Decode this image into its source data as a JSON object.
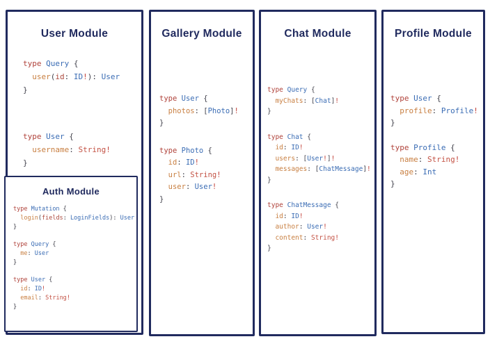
{
  "page": {
    "background": "#ffffff",
    "accent_navy": "#202a5e"
  },
  "token_colors": {
    "keyword": "#b0433b",
    "type_name": "#3a6cb4",
    "field_name": "#c87f41",
    "argument_name": "#ad4a3e",
    "string_scalar": "#c35244",
    "punctuation": "#43434d",
    "non_null_bang": "#c2423a"
  },
  "modules": {
    "user": {
      "title": "User Module",
      "blocks": [
        [
          [
            [
              "k",
              "type"
            ],
            [
              "p",
              " "
            ],
            [
              "t",
              "Query"
            ],
            [
              "p",
              " {"
            ]
          ],
          [
            [
              "p",
              "  "
            ],
            [
              "f",
              "user"
            ],
            [
              "p",
              "("
            ],
            [
              "a",
              "id"
            ],
            [
              "p",
              ": "
            ],
            [
              "t",
              "ID"
            ],
            [
              "b",
              "!"
            ],
            [
              "p",
              "): "
            ],
            [
              "t",
              "User"
            ]
          ],
          [
            [
              "p",
              "}"
            ]
          ]
        ],
        [
          [
            [
              "k",
              "type"
            ],
            [
              "p",
              " "
            ],
            [
              "t",
              "User"
            ],
            [
              "p",
              " {"
            ]
          ],
          [
            [
              "p",
              "  "
            ],
            [
              "f",
              "username"
            ],
            [
              "p",
              ": "
            ],
            [
              "s",
              "String"
            ],
            [
              "b",
              "!"
            ]
          ],
          [
            [
              "p",
              "}"
            ]
          ]
        ]
      ]
    },
    "auth": {
      "title": "Auth Module",
      "blocks": [
        [
          [
            [
              "k",
              "type"
            ],
            [
              "p",
              " "
            ],
            [
              "t",
              "Mutation"
            ],
            [
              "p",
              " {"
            ]
          ],
          [
            [
              "p",
              "  "
            ],
            [
              "f",
              "login"
            ],
            [
              "p",
              "("
            ],
            [
              "a",
              "fields"
            ],
            [
              "p",
              ": "
            ],
            [
              "t",
              "LoginFields"
            ],
            [
              "p",
              "): "
            ],
            [
              "t",
              "User"
            ]
          ],
          [
            [
              "p",
              "}"
            ]
          ]
        ],
        [
          [
            [
              "k",
              "type"
            ],
            [
              "p",
              " "
            ],
            [
              "t",
              "Query"
            ],
            [
              "p",
              " {"
            ]
          ],
          [
            [
              "p",
              "  "
            ],
            [
              "f",
              "me"
            ],
            [
              "p",
              ": "
            ],
            [
              "t",
              "User"
            ]
          ],
          [
            [
              "p",
              "}"
            ]
          ]
        ],
        [
          [
            [
              "k",
              "type"
            ],
            [
              "p",
              " "
            ],
            [
              "t",
              "User"
            ],
            [
              "p",
              " {"
            ]
          ],
          [
            [
              "p",
              "  "
            ],
            [
              "f",
              "id"
            ],
            [
              "p",
              ": "
            ],
            [
              "t",
              "ID"
            ],
            [
              "b",
              "!"
            ]
          ],
          [
            [
              "p",
              "  "
            ],
            [
              "f",
              "email"
            ],
            [
              "p",
              ": "
            ],
            [
              "s",
              "String"
            ],
            [
              "b",
              "!"
            ]
          ],
          [
            [
              "p",
              "}"
            ]
          ]
        ]
      ]
    },
    "gallery": {
      "title": "Gallery Module",
      "blocks": [
        [
          [
            [
              "k",
              "type"
            ],
            [
              "p",
              " "
            ],
            [
              "t",
              "User"
            ],
            [
              "p",
              " {"
            ]
          ],
          [
            [
              "p",
              "  "
            ],
            [
              "f",
              "photos"
            ],
            [
              "p",
              ": ["
            ],
            [
              "t",
              "Photo"
            ],
            [
              "p",
              "]"
            ],
            [
              "b",
              "!"
            ]
          ],
          [
            [
              "p",
              "}"
            ]
          ]
        ],
        [
          [
            [
              "k",
              "type"
            ],
            [
              "p",
              " "
            ],
            [
              "t",
              "Photo"
            ],
            [
              "p",
              " {"
            ]
          ],
          [
            [
              "p",
              "  "
            ],
            [
              "f",
              "id"
            ],
            [
              "p",
              ": "
            ],
            [
              "t",
              "ID"
            ],
            [
              "b",
              "!"
            ]
          ],
          [
            [
              "p",
              "  "
            ],
            [
              "f",
              "url"
            ],
            [
              "p",
              ": "
            ],
            [
              "s",
              "String"
            ],
            [
              "b",
              "!"
            ]
          ],
          [
            [
              "p",
              "  "
            ],
            [
              "f",
              "user"
            ],
            [
              "p",
              ": "
            ],
            [
              "t",
              "User"
            ],
            [
              "b",
              "!"
            ]
          ],
          [
            [
              "p",
              "}"
            ]
          ]
        ]
      ]
    },
    "chat": {
      "title": "Chat Module",
      "blocks": [
        [
          [
            [
              "k",
              "type"
            ],
            [
              "p",
              " "
            ],
            [
              "t",
              "Query"
            ],
            [
              "p",
              " {"
            ]
          ],
          [
            [
              "p",
              "  "
            ],
            [
              "f",
              "myChats"
            ],
            [
              "p",
              ": ["
            ],
            [
              "t",
              "Chat"
            ],
            [
              "p",
              "]"
            ],
            [
              "b",
              "!"
            ]
          ],
          [
            [
              "p",
              "}"
            ]
          ]
        ],
        [
          [
            [
              "k",
              "type"
            ],
            [
              "p",
              " "
            ],
            [
              "t",
              "Chat"
            ],
            [
              "p",
              " {"
            ]
          ],
          [
            [
              "p",
              "  "
            ],
            [
              "f",
              "id"
            ],
            [
              "p",
              ": "
            ],
            [
              "t",
              "ID"
            ],
            [
              "b",
              "!"
            ]
          ],
          [
            [
              "p",
              "  "
            ],
            [
              "f",
              "users"
            ],
            [
              "p",
              ": ["
            ],
            [
              "t",
              "User"
            ],
            [
              "b",
              "!"
            ],
            [
              "p",
              "]"
            ],
            [
              "b",
              "!"
            ]
          ],
          [
            [
              "p",
              "  "
            ],
            [
              "f",
              "messages"
            ],
            [
              "p",
              ": ["
            ],
            [
              "t",
              "ChatMessage"
            ],
            [
              "p",
              "]"
            ],
            [
              "b",
              "!"
            ]
          ],
          [
            [
              "p",
              "}"
            ]
          ]
        ],
        [
          [
            [
              "k",
              "type"
            ],
            [
              "p",
              " "
            ],
            [
              "t",
              "ChatMessage"
            ],
            [
              "p",
              " {"
            ]
          ],
          [
            [
              "p",
              "  "
            ],
            [
              "f",
              "id"
            ],
            [
              "p",
              ": "
            ],
            [
              "t",
              "ID"
            ],
            [
              "b",
              "!"
            ]
          ],
          [
            [
              "p",
              "  "
            ],
            [
              "f",
              "author"
            ],
            [
              "p",
              ": "
            ],
            [
              "t",
              "User"
            ],
            [
              "b",
              "!"
            ]
          ],
          [
            [
              "p",
              "  "
            ],
            [
              "f",
              "content"
            ],
            [
              "p",
              ": "
            ],
            [
              "s",
              "String"
            ],
            [
              "b",
              "!"
            ]
          ],
          [
            [
              "p",
              "}"
            ]
          ]
        ]
      ]
    },
    "profile": {
      "title": "Profile Module",
      "blocks": [
        [
          [
            [
              "k",
              "type"
            ],
            [
              "p",
              " "
            ],
            [
              "t",
              "User"
            ],
            [
              "p",
              " {"
            ]
          ],
          [
            [
              "p",
              "  "
            ],
            [
              "f",
              "profile"
            ],
            [
              "p",
              ": "
            ],
            [
              "t",
              "Profile"
            ],
            [
              "b",
              "!"
            ]
          ],
          [
            [
              "p",
              "}"
            ]
          ]
        ],
        [
          [
            [
              "k",
              "type"
            ],
            [
              "p",
              " "
            ],
            [
              "t",
              "Profile"
            ],
            [
              "p",
              " {"
            ]
          ],
          [
            [
              "p",
              "  "
            ],
            [
              "f",
              "name"
            ],
            [
              "p",
              ": "
            ],
            [
              "s",
              "String"
            ],
            [
              "b",
              "!"
            ]
          ],
          [
            [
              "p",
              "  "
            ],
            [
              "f",
              "age"
            ],
            [
              "p",
              ": "
            ],
            [
              "t",
              "Int"
            ]
          ],
          [
            [
              "p",
              "}"
            ]
          ]
        ]
      ]
    }
  }
}
